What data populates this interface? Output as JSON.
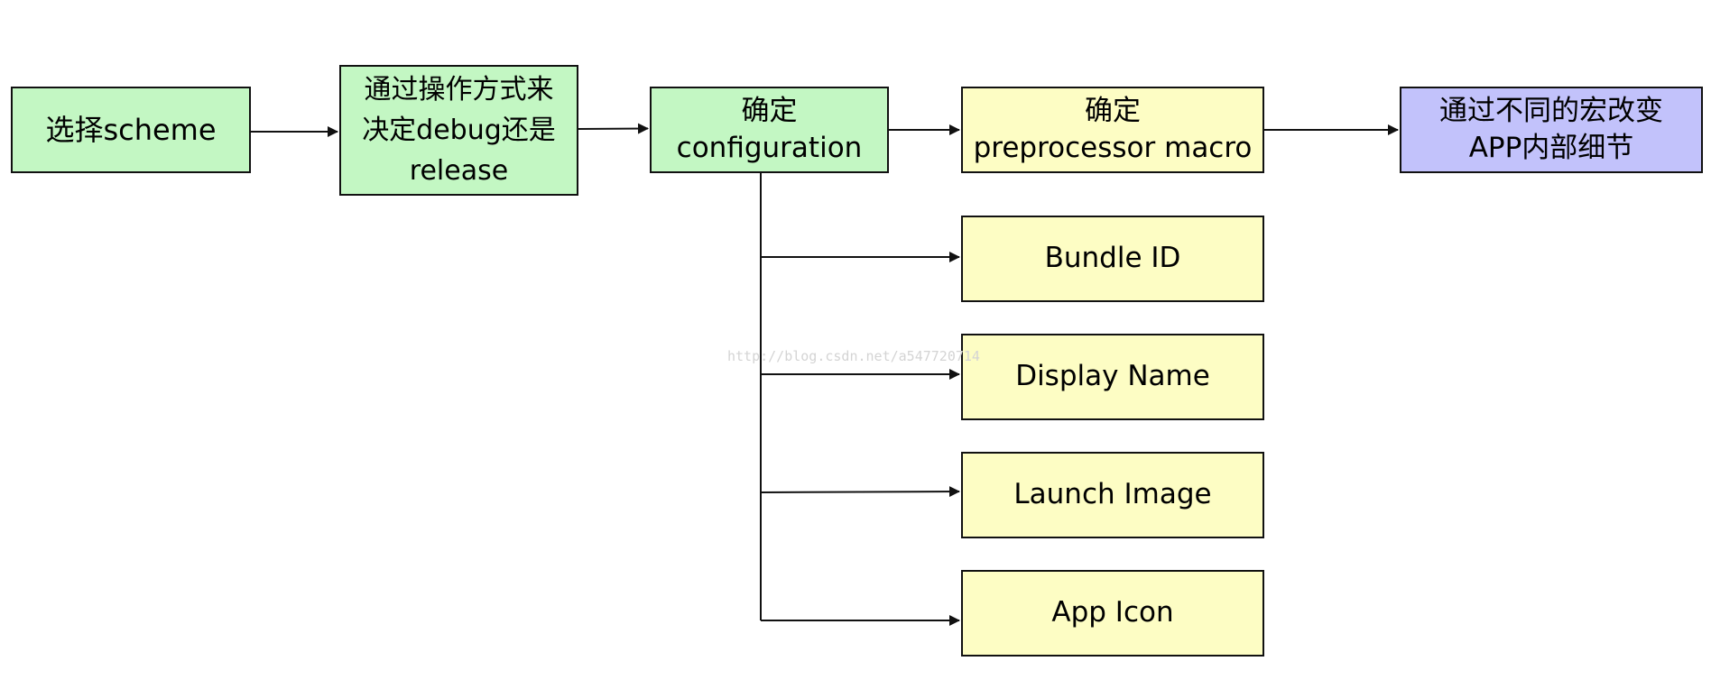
{
  "nodes": {
    "select_scheme": "选择scheme",
    "choose_build": "通过操作方式来\n决定debug还是\nrelease",
    "determine_configuration": "确定\nconfiguration",
    "determine_macro": "确定\npreprocessor macro",
    "app_details": "通过不同的宏改变\nAPP内部细节",
    "bundle_id": "Bundle ID",
    "display_name": "Display Name",
    "launch_image": "Launch Image",
    "app_icon": "App Icon"
  },
  "watermark": "http://blog.csdn.net/a547720714",
  "colors": {
    "green": "#c3f7c3",
    "yellow": "#fdfdc4",
    "blue": "#c2c2fb",
    "stroke": "#111111"
  }
}
